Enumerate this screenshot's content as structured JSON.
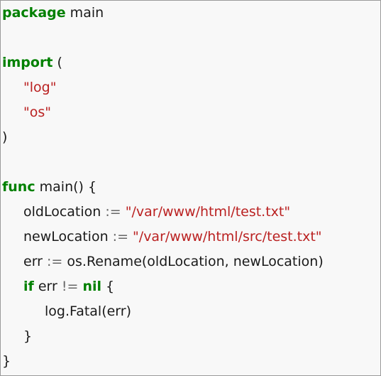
{
  "lines": [
    {
      "tokens": [
        {
          "t": "package",
          "c": "kw"
        },
        {
          "t": " main",
          "c": ""
        }
      ],
      "indent": 0
    },
    {
      "tokens": [],
      "indent": 0
    },
    {
      "tokens": [
        {
          "t": "import",
          "c": "kw"
        },
        {
          "t": " (",
          "c": ""
        }
      ],
      "indent": 0
    },
    {
      "tokens": [
        {
          "t": "\"log\"",
          "c": "str"
        }
      ],
      "indent": 1
    },
    {
      "tokens": [
        {
          "t": "\"os\"",
          "c": "str"
        }
      ],
      "indent": 1
    },
    {
      "tokens": [
        {
          "t": ")",
          "c": ""
        }
      ],
      "indent": 0
    },
    {
      "tokens": [],
      "indent": 0
    },
    {
      "tokens": [
        {
          "t": "func",
          "c": "kw"
        },
        {
          "t": " main() {",
          "c": ""
        }
      ],
      "indent": 0
    },
    {
      "tokens": [
        {
          "t": "oldLocation ",
          "c": ""
        },
        {
          "t": ":=",
          "c": "op"
        },
        {
          "t": " ",
          "c": ""
        },
        {
          "t": "\"/var/www/html/test.txt\"",
          "c": "str"
        }
      ],
      "indent": 1
    },
    {
      "tokens": [
        {
          "t": "newLocation ",
          "c": ""
        },
        {
          "t": ":=",
          "c": "op"
        },
        {
          "t": " ",
          "c": ""
        },
        {
          "t": "\"/var/www/html/src/test.txt\"",
          "c": "str"
        }
      ],
      "indent": 1
    },
    {
      "tokens": [
        {
          "t": "err ",
          "c": ""
        },
        {
          "t": ":=",
          "c": "op"
        },
        {
          "t": " os.Rename(oldLocation, newLocation)",
          "c": ""
        }
      ],
      "indent": 1
    },
    {
      "tokens": [
        {
          "t": "if",
          "c": "kw"
        },
        {
          "t": " err ",
          "c": ""
        },
        {
          "t": "!=",
          "c": "op"
        },
        {
          "t": " ",
          "c": ""
        },
        {
          "t": "nil",
          "c": "kw"
        },
        {
          "t": " {",
          "c": ""
        }
      ],
      "indent": 1
    },
    {
      "tokens": [
        {
          "t": "log.Fatal(err)",
          "c": ""
        }
      ],
      "indent": 2
    },
    {
      "tokens": [
        {
          "t": "}",
          "c": ""
        }
      ],
      "indent": 1
    },
    {
      "tokens": [
        {
          "t": "}",
          "c": ""
        }
      ],
      "indent": 0
    }
  ],
  "colors": {
    "keyword": "#008000",
    "string": "#ba2121",
    "operator": "#666666",
    "text": "#1a1a1a",
    "background": "#f8f8f8",
    "border": "#9a9a9a"
  }
}
